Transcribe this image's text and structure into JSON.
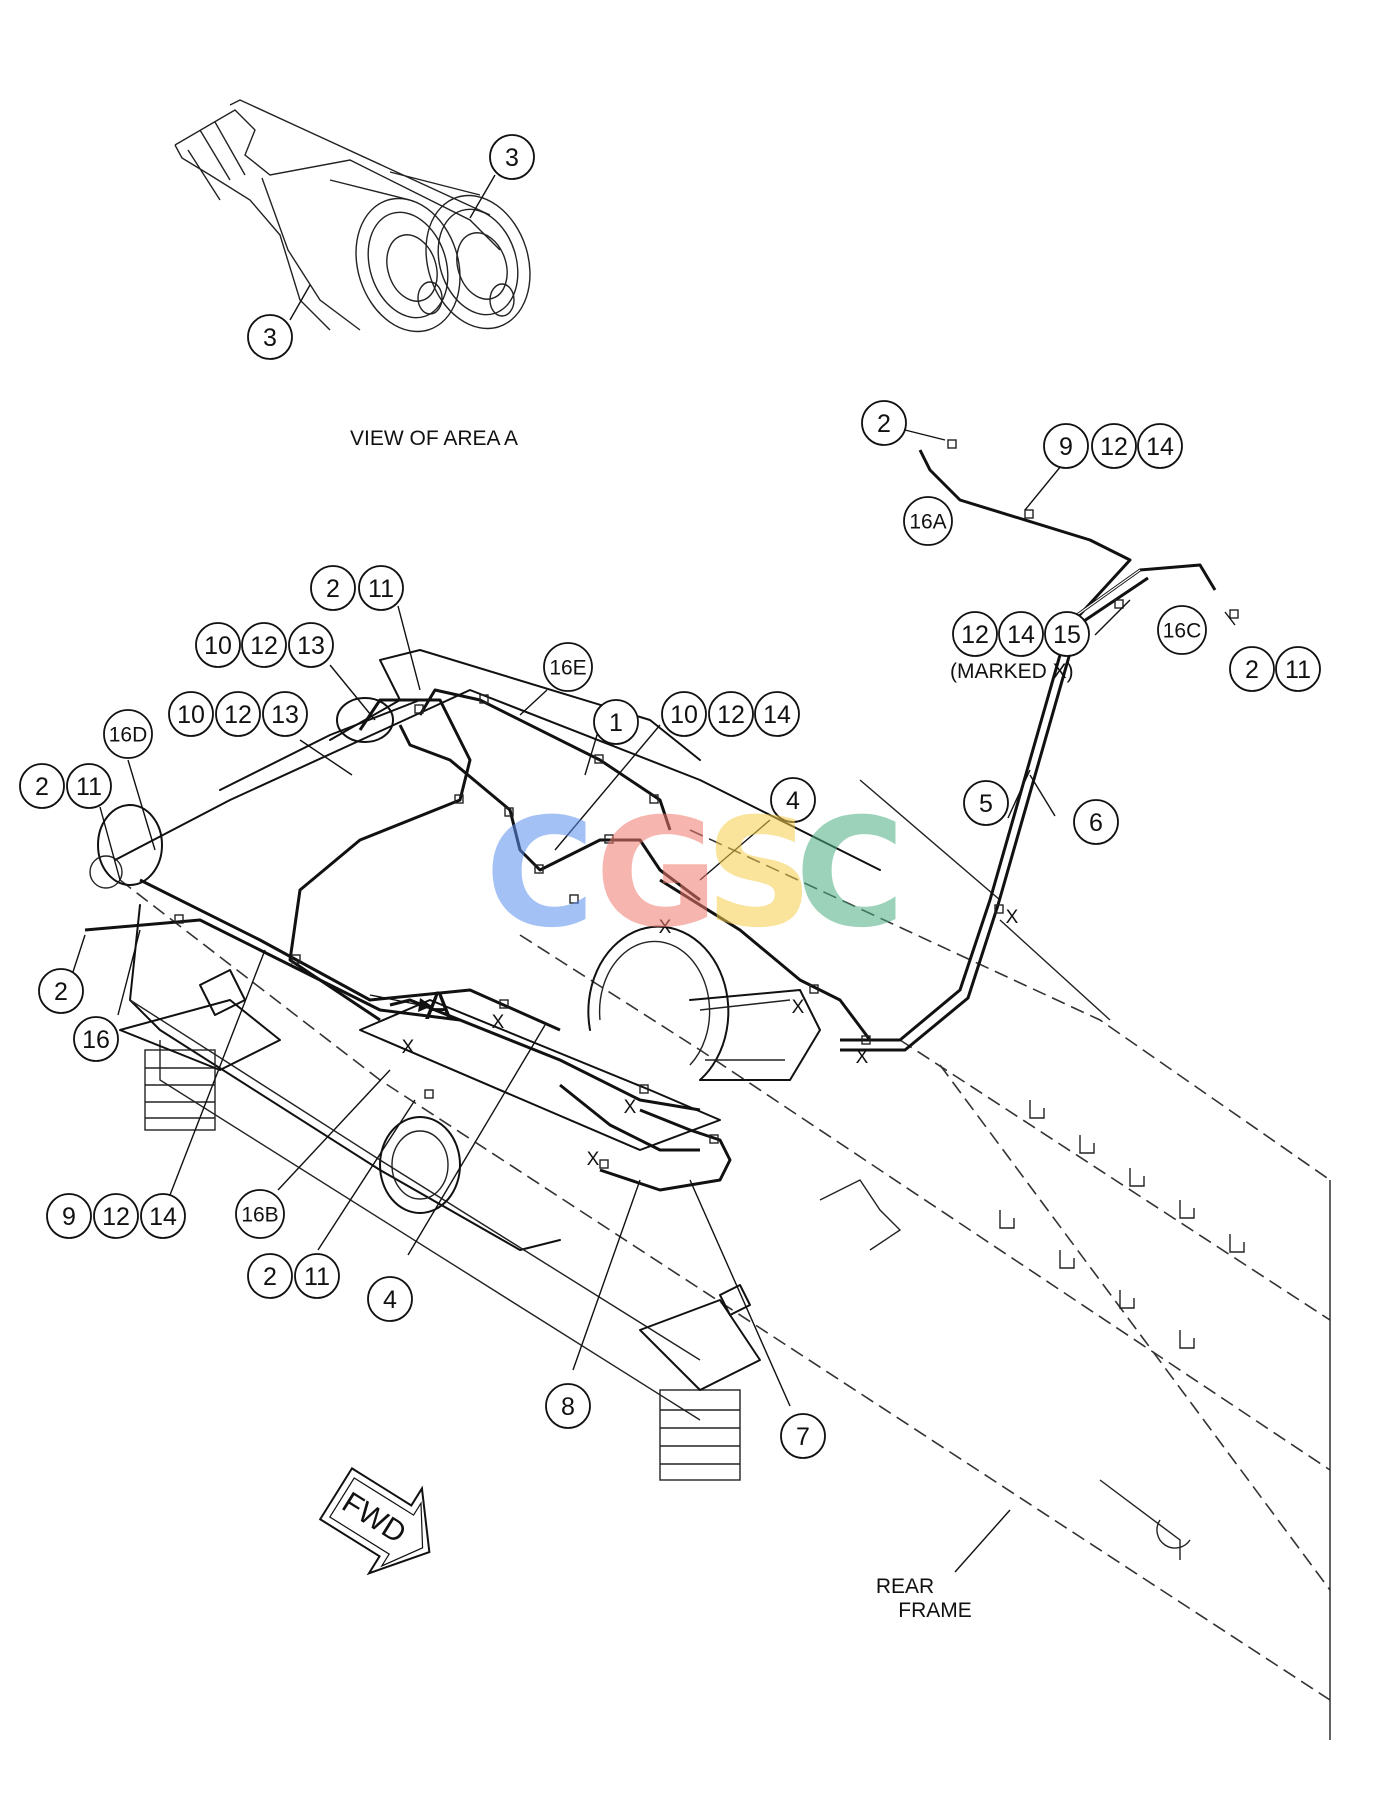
{
  "labels": {
    "view_of_area": "VIEW OF AREA A",
    "marked_x": "(MARKED X)",
    "rear_frame_line1": "REAR",
    "rear_frame_line2": "FRAME",
    "fwd": "FWD",
    "area_marker": "A",
    "x_mark": "X"
  },
  "watermark": {
    "letters": [
      "C",
      "G",
      "S",
      "C"
    ],
    "colors": [
      "#5b8ff0",
      "#ef7b6e",
      "#f6cd4a",
      "#4caf82"
    ]
  },
  "callouts": {
    "view_3_top": "3",
    "view_3_bottom": "3",
    "c2_top": "2",
    "c9_top": "9",
    "c12_top": "12",
    "c14_top": "14",
    "c16a": "16A",
    "c12_mx": "12",
    "c14_mx": "14",
    "c15_mx": "15",
    "c16c": "16C",
    "c2_16c": "2",
    "c11_16c": "11",
    "c2_upper": "2",
    "c11_upper": "11",
    "c10_a": "10",
    "c12_a": "12",
    "c13_a": "13",
    "c10_b": "10",
    "c12_b": "12",
    "c13_b": "13",
    "c16e": "16E",
    "c1": "1",
    "c10_c": "10",
    "c12_c": "12",
    "c14_c": "14",
    "c16d": "16D",
    "c2_left": "2",
    "c11_left": "11",
    "c4_upper": "4",
    "c5": "5",
    "c6": "6",
    "c2_lower": "2",
    "c16": "16",
    "c9_bot": "9",
    "c12_bot": "12",
    "c14_bot": "14",
    "c16b": "16B",
    "c2_bot": "2",
    "c11_bot": "11",
    "c4_lower": "4",
    "c8": "8",
    "c7": "7"
  }
}
